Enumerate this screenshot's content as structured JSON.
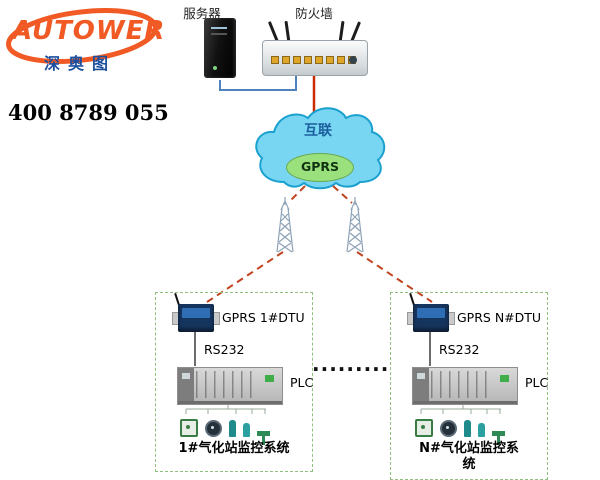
{
  "brand": {
    "logo_text": "AUTOWER",
    "logo_sub": "深奥图",
    "phone": "400 8789 055"
  },
  "top": {
    "server_label": "服务器",
    "firewall_label": "防火墙"
  },
  "cloud": {
    "label": "互联",
    "gprs": "GPRS"
  },
  "separator_dots": ".........",
  "stations": [
    {
      "dtu": "GPRS 1#DTU",
      "rs232": "RS232",
      "plc": "PLC",
      "system": "1#气化站监控系统"
    },
    {
      "dtu": "GPRS N#DTU",
      "rs232": "RS232",
      "plc": "PLC",
      "system": "N#气化站监控系统"
    }
  ],
  "colors": {
    "accent_orange": "#f15a24",
    "brand_blue": "#1c4f9e",
    "link_dash_red": "#c0431f",
    "cloud_fill": "#79d6f2",
    "gprs_fill": "#9ae07d",
    "box_border_green": "#8fbf7f"
  }
}
